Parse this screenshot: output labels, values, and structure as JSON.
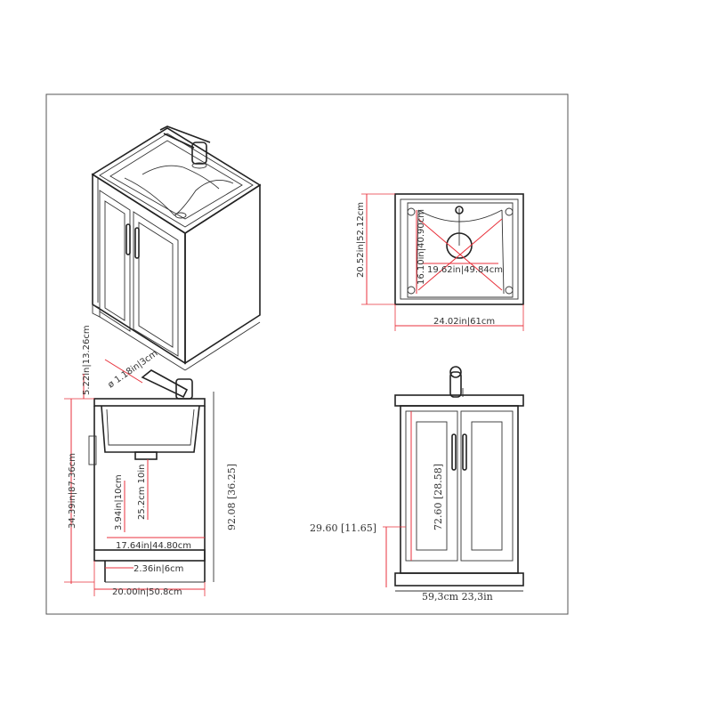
{
  "colors": {
    "line": "#222222",
    "dimension": "#e8323c",
    "frame": "#555555",
    "text": "#333333"
  },
  "top_view": {
    "depth": "20.52in|52.12cm",
    "width": "24.02in|61cm",
    "basin_depth": "16.10in|40.90cm",
    "basin_width": "19.62in|49.84cm"
  },
  "side_view": {
    "faucet_height": "5.22in|13.26cm",
    "faucet_diameter": "ø 1.18in|3cm",
    "total_height": "34.39in|87.36cm",
    "bowl_depth": "25.2cm 10in",
    "drain_height": "3.94in|10cm",
    "toe_depth": "17.64in|44.80cm",
    "toe_kick": "2.36in|6cm",
    "cabinet_depth": "20.00in|50.8cm",
    "overall_height": "92.08 [36.25]"
  },
  "front_view": {
    "door_height": "72.60 [28.58]",
    "door_bottom": "29.60 [11.65]",
    "overall_width": "59,3cm 23,3in"
  }
}
